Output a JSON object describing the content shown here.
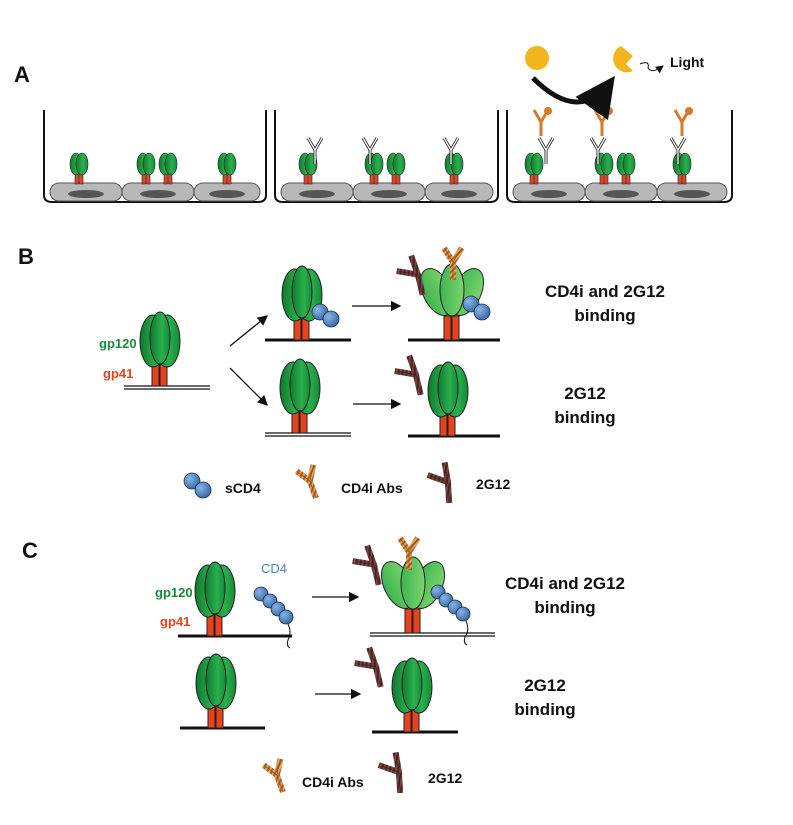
{
  "panels": {
    "a": "A",
    "b": "B",
    "c": "C"
  },
  "labels": {
    "light": "Light",
    "gp120": "gp120",
    "gp41": "gp41",
    "cd4": "CD4",
    "b_top": "CD4i and 2G12\nbinding",
    "b_bottom": "2G12\nbinding",
    "c_top": "CD4i and 2G12\nbinding",
    "c_bottom": "2G12\nbinding"
  },
  "legend_b": {
    "scd4": "sCD4",
    "cd4i": "CD4i Abs",
    "g2g12": "2G12"
  },
  "legend_c": {
    "cd4i": "CD4i Abs",
    "g2g12": "2G12"
  },
  "colors": {
    "gp120": "#1f9a3f",
    "gp41": "#e8431f",
    "cd4": "#4a7fc0",
    "ab2g12": "#6b3a3a",
    "cd4iab": "#d98a3a",
    "luc": "#f2b51d",
    "cell": "#b8b8b8"
  }
}
